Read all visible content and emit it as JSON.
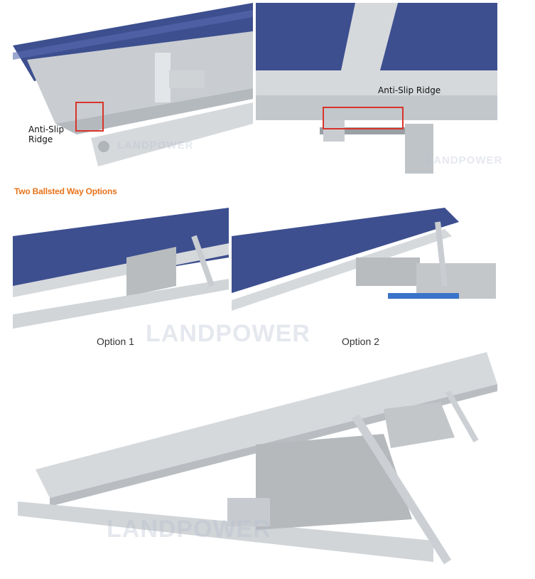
{
  "callouts": {
    "left_label": "Anti-Slip\nRidge",
    "right_label": "Anti-Slip Ridge"
  },
  "section_heading": "Two Ballsted Way Options",
  "captions": {
    "option1": "Option 1",
    "option2": "Option 2"
  },
  "watermark": "LANDPOWER",
  "colors": {
    "heading": "#e8731a",
    "callout_box": "#d9342b",
    "panel_blue": "#3d4f8f",
    "aluminum": "#d6d9dc"
  }
}
